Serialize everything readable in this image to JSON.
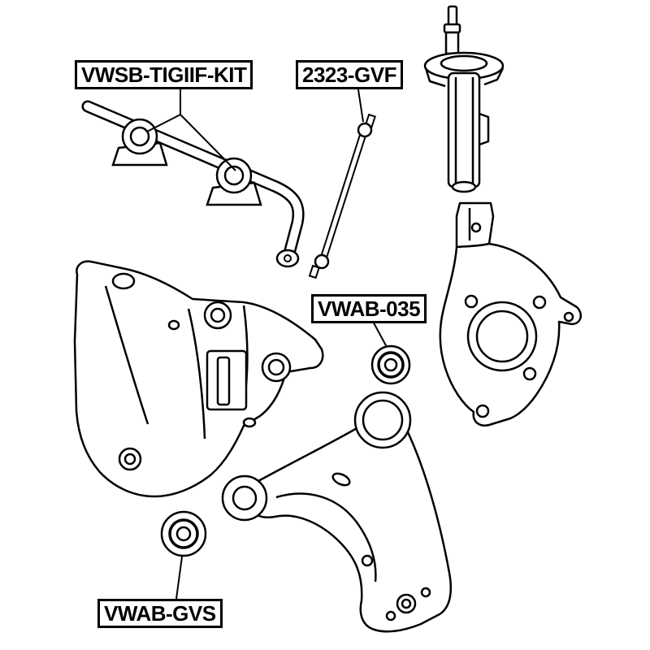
{
  "labels": {
    "stabilizer_bushing_kit": "VWSB-TIGIIF-KIT",
    "stabilizer_link": "2323-GVF",
    "control_arm_bushing_rear": "VWAB-035",
    "control_arm_bushing_front": "VWAB-GVS"
  },
  "colors": {
    "line": "#000000",
    "background": "#ffffff",
    "label_border": "#000000",
    "label_text": "#000000"
  }
}
